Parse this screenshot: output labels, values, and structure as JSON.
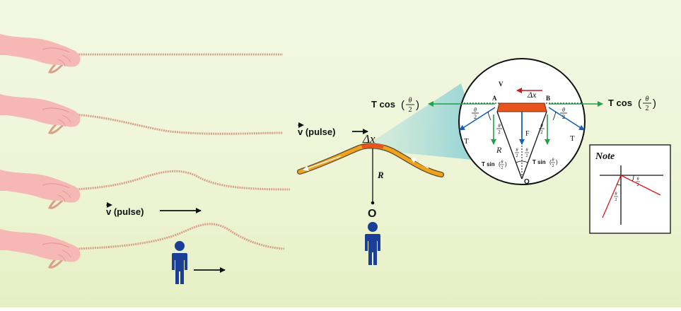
{
  "labels": {
    "v_pulse": "v (pulse)",
    "delta_x": "Δx",
    "radius": "R",
    "center": "O",
    "v": "V",
    "point_a": "A",
    "point_b": "B",
    "tension": "T",
    "force": "F",
    "t_cos": "T cos",
    "t_sin": "T sin",
    "theta": "θ",
    "two": "2",
    "note": "Note"
  },
  "colors": {
    "background": "#eef5d6",
    "skin": "#f6b8b5",
    "rope": "#d9a08a",
    "person": "#1b3f97",
    "pulse_arc": "#f0a21d",
    "element": "#e8541e",
    "tension_arrow": "#1560b0",
    "cos_arrow": "#22a04a",
    "sin_arrow": "#22a04a",
    "velocity_arrow": "#d0171d",
    "lens": "#9fd8dc",
    "note_line": "#e0141d"
  },
  "icons": [
    "hand-icon",
    "person-icon",
    "arrow-icon"
  ]
}
